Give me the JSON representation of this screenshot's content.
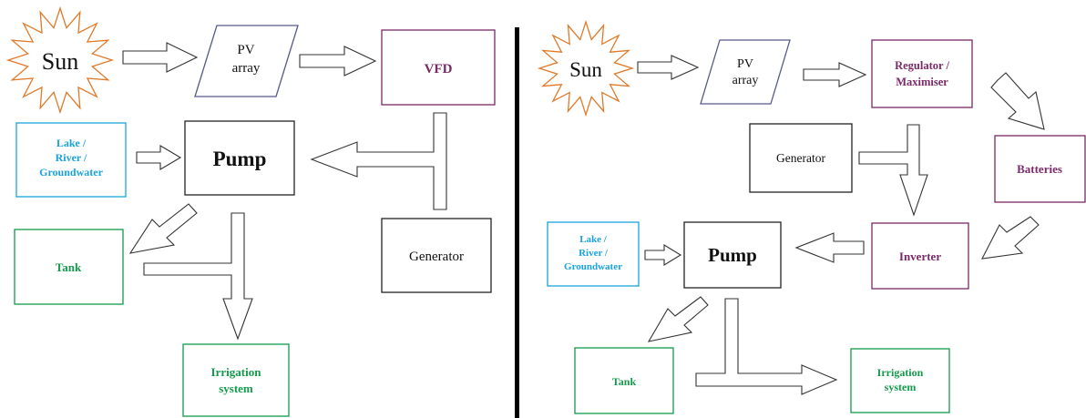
{
  "colors": {
    "black": "#111111",
    "cyan": "#1aa3dc",
    "green": "#129a4a",
    "purple": "#7a2a67",
    "sun_stroke": "#e07a2a",
    "divider": "#000000"
  },
  "left": {
    "sun": "Sun",
    "pv_line1": "PV",
    "pv_line2": "array",
    "vfd": "VFD",
    "water_line1": "Lake /",
    "water_line2": "River /",
    "water_line3": "Groundwater",
    "pump": "Pump",
    "tank": "Tank",
    "generator": "Generator",
    "irrigation_line1": "Irrigation",
    "irrigation_line2": "system"
  },
  "right": {
    "sun": "Sun",
    "pv_line1": "PV",
    "pv_line2": "array",
    "regulator_line1": "Regulator /",
    "regulator_line2": "Maximiser",
    "generator": "Generator",
    "batteries": "Batteries",
    "water_line1": "Lake /",
    "water_line2": "River /",
    "water_line3": "Groundwater",
    "pump": "Pump",
    "inverter": "Inverter",
    "tank": "Tank",
    "irrigation_line1": "Irrigation",
    "irrigation_line2": "system"
  }
}
